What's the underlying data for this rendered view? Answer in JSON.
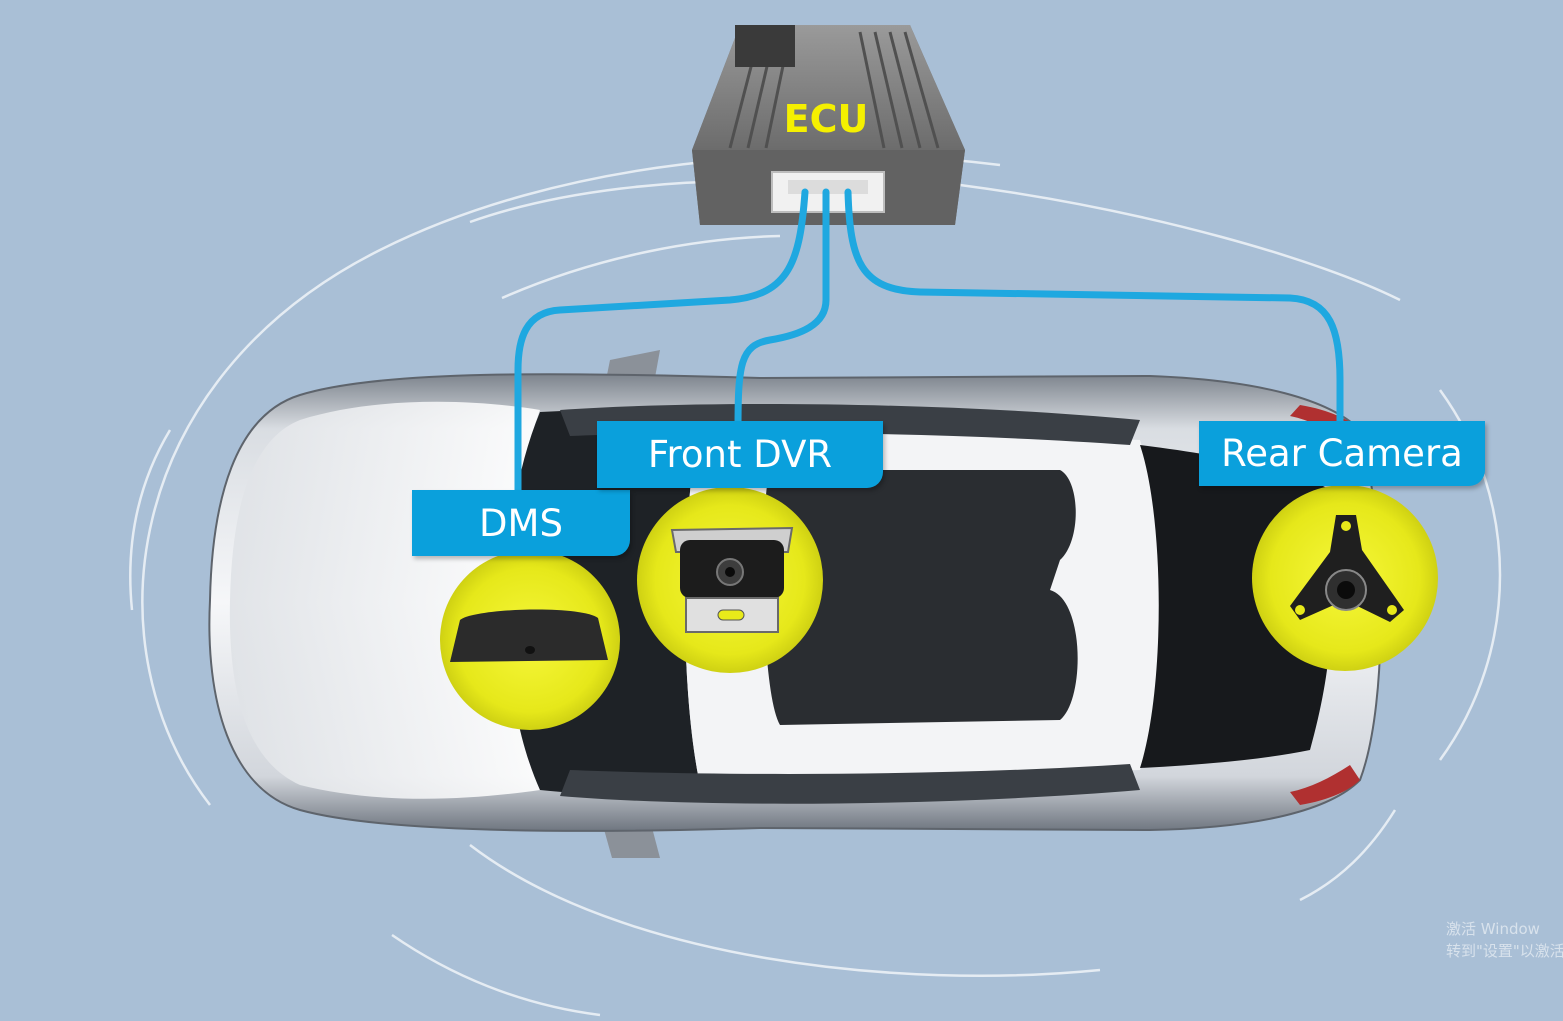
{
  "diagram": {
    "nodes": {
      "ecu": "ECU",
      "dms": "DMS",
      "front_dvr": "Front DVR",
      "rear_camera": "Rear Camera"
    },
    "edges": [
      {
        "from": "ecu",
        "to": "dms"
      },
      {
        "from": "ecu",
        "to": "front_dvr"
      },
      {
        "from": "ecu",
        "to": "rear_camera"
      }
    ]
  },
  "watermark": {
    "line1": "激活 Window",
    "line2": "转到\"设置\"以激活"
  },
  "colors": {
    "background": "#a9bfd6",
    "cable": "#1fa8e0",
    "label_bg": "#0aa0dc",
    "label_text": "#ffffff",
    "highlight": "#e8ea1a",
    "ecu_text": "#f5f000",
    "ecu_body": "#7b7b7b"
  },
  "icons": [
    "ecu-box-icon",
    "car-top-view-icon",
    "dms-camera-icon",
    "dvr-camera-icon",
    "rear-camera-icon"
  ]
}
